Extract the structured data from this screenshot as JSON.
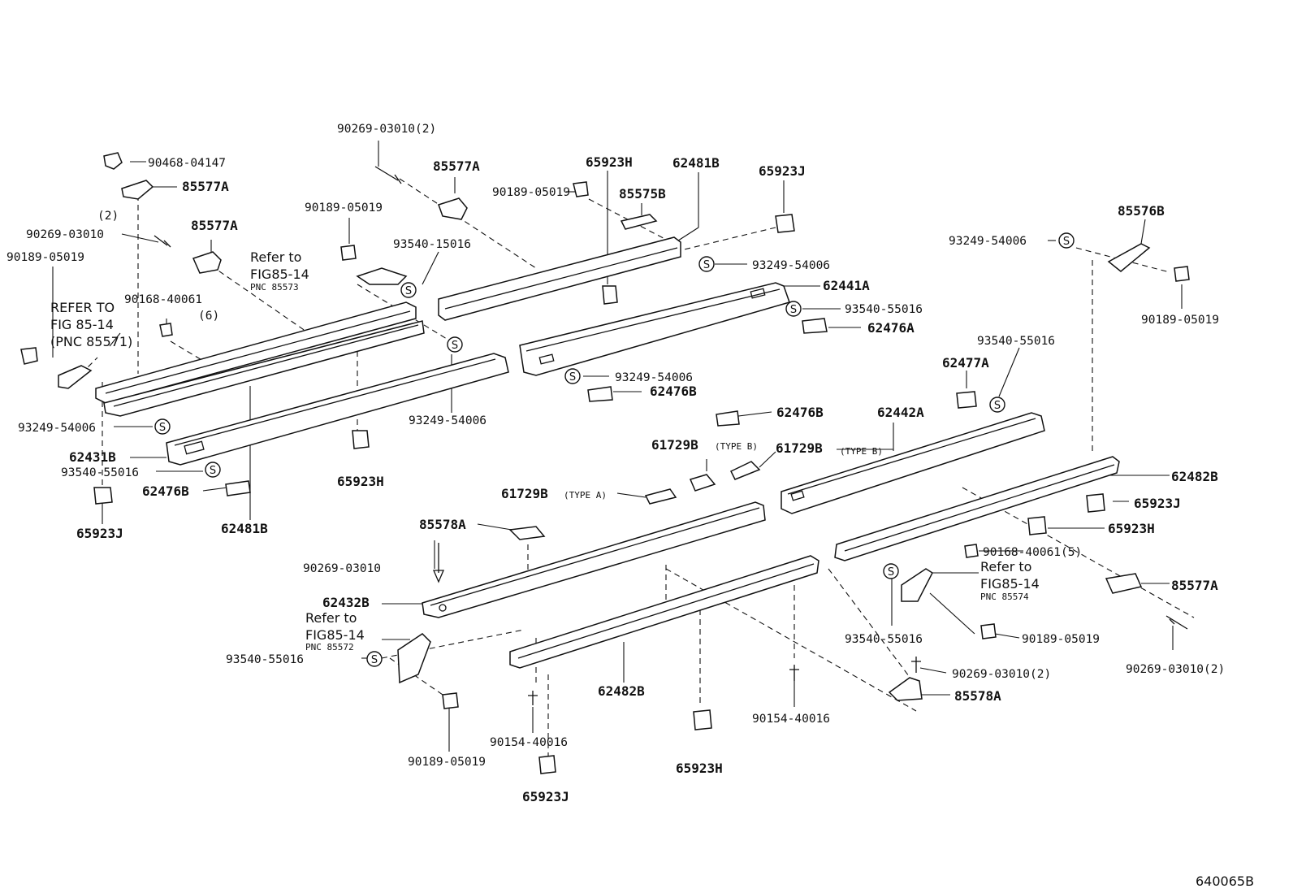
{
  "diagram_id": "640065B",
  "labels": {
    "top_screw": "90269-03010(2)",
    "clip_90468": "90468-04147",
    "cover_85577a_top": "85577A",
    "qty_2": "(2)",
    "screw_90269_left": "90269-03010",
    "cover_85577a_left": "85577A",
    "clip_90189_left": "90189-05019",
    "refer_to_upper": "REFER TO",
    "fig_85_14_upper": "FIG 85-14",
    "pnc_85571": "(PNC 85571)",
    "clip_90189_mid": "90189-05019",
    "refer_to_mid": "Refer to",
    "fig_85_14_mid": "FIG85-14",
    "pnc_85573": "PNC 85573",
    "nut_90168_left": "90168-40061",
    "qty_6": "(6)",
    "cover_85577a_center": "85577A",
    "clip_90189_center": "90189-05019",
    "tape_93540_15016": "93540-15016",
    "clip_65923h_top": "65923H",
    "plate_85575b": "85575B",
    "rail_62481b_top": "62481B",
    "clip_65923j_top": "65923J",
    "tape_93249_top": "93249-54006",
    "rail_62441a": "62441A",
    "tape_93540_55016_top": "93540-55016",
    "pad_62476a": "62476A",
    "tape_93249_center": "93249-54006",
    "pad_62476b_center": "62476B",
    "tape_93249_left_mid": "93249-54006",
    "tape_93249_left_low": "93249-54006",
    "rail_62431b": "62431B",
    "tape_93540_55016_left": "93540-55016",
    "pad_62476b_left": "62476B",
    "clip_65923j_left": "65923J",
    "rail_62481b_left": "62481B",
    "clip_65923h_left": "65923H",
    "plate_85576b": "85576B",
    "tape_93249_right": "93249-54006",
    "clip_90189_right": "90189-05019",
    "tape_93540_55016_right": "93540-55016",
    "pad_62477a": "62477A",
    "pad_62476b_right": "62476B",
    "rail_62442a": "62442A",
    "clip_61729b_1": "61729B",
    "type_b_1": "(TYPE B)",
    "clip_61729b_2": "61729B",
    "type_b_2": "(TYPE B)",
    "clip_61729b_3": "61729B",
    "type_a": "(TYPE A)",
    "rail_62482b_right": "62482B",
    "clip_65923j_right": "65923J",
    "clip_65923h_right": "65923H",
    "cover_85578a_mid": "85578A",
    "screw_90269_mid": "90269-03010",
    "nut_90168_right": "90168-40061(5)",
    "refer_to_right": "Refer to",
    "fig_85_14_right": "FIG85-14",
    "pnc_85574": "PNC 85574",
    "cover_85577a_right": "85577A",
    "rail_62432b": "62432B",
    "refer_to_low": "Refer to",
    "fig_85_14_low": "FIG85-14",
    "pnc_85572": "PNC 85572",
    "tape_93540_55016_low": "93540-55016",
    "tape_93540_55016_lowright": "93540-55016",
    "clip_90189_lowright": "90189-05019",
    "screw_90269_lowright": "90269-03010(2)",
    "screw_90269_farright": "90269-03010(2)",
    "cover_85578a_low": "85578A",
    "rail_62482b_low": "62482B",
    "screw_90154_left": "90154-40016",
    "screw_90154_right": "90154-40016",
    "clip_90189_bottom": "90189-05019",
    "clip_65923h_bottom": "65923H",
    "clip_65923j_bottom": "65923J"
  },
  "symbols": {
    "sealer": "S"
  }
}
